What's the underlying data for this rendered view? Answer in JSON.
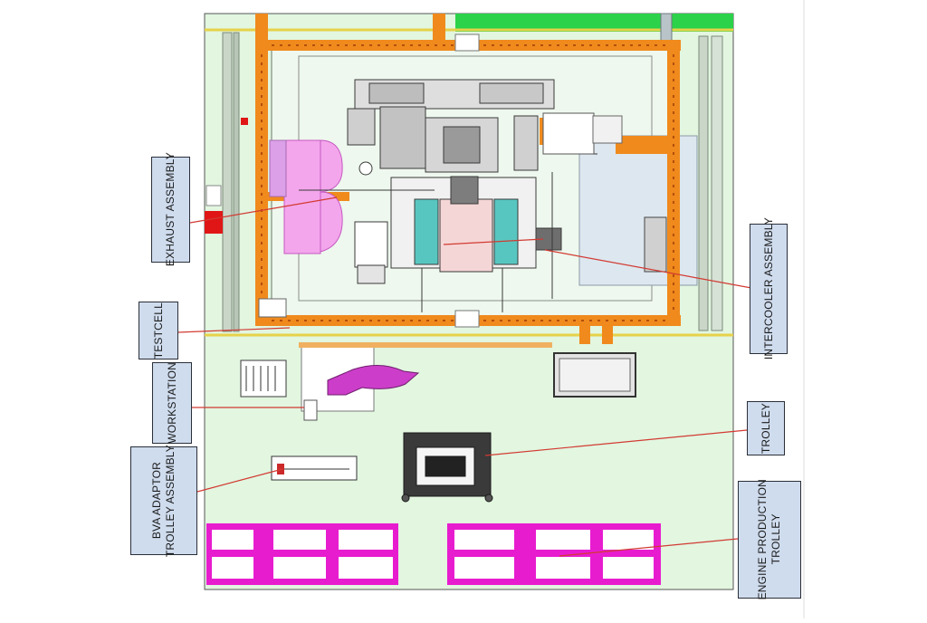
{
  "labels": {
    "exhaust": "EXHAUST ASSEMBLY",
    "testcell": "TESTCELL",
    "workstation": "WORKSTATION",
    "bva_line1": "BVA ADAPTOR",
    "bva_line2": "TROLLEY ASSEMBLY",
    "intercooler": "INTERCOOLER ASSEMBLY",
    "trolley": "TROLLEY",
    "engine_line1": "ENGINE PRODUCTION",
    "engine_line2": "TROLLEY"
  },
  "colors": {
    "floor": "#e2f6e0",
    "frame": "#f08a1d",
    "magenta": "#e81ccf",
    "pink_fan": "#f4a6ec",
    "leader": "#d23a32",
    "label_fill": "#cfdcee",
    "green_strip": "#2bd24a"
  }
}
